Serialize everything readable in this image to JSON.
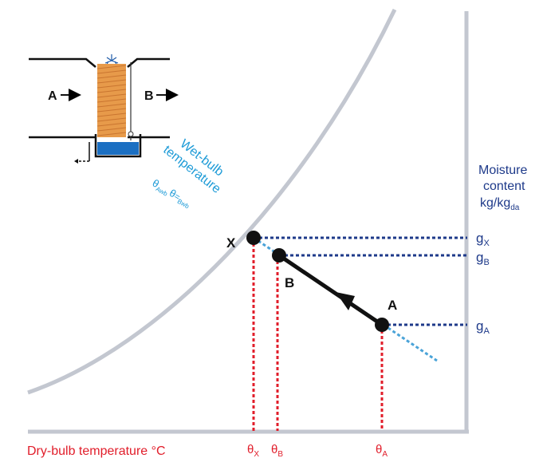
{
  "colors": {
    "axis": "#c3c7d0",
    "curve": "#c3c7d0",
    "point": "#111111",
    "process_line": "#111111",
    "guide_blue": "#1e3a8a",
    "guide_red": "#e11d2a",
    "wetbulb_dashed": "#4aa3d8",
    "wetbulb_text": "#1e9bd7",
    "ylabel_text": "#1e3a8a",
    "xlabel_text": "#e11d2a",
    "pad_orange": "#e79a4a",
    "water_blue": "#1b6fc2"
  },
  "axes": {
    "x_label": "Dry-bulb temperature °C",
    "y_label": {
      "line1": "Moisture",
      "line2": "content",
      "line3_main": "kg/kg",
      "line3_sub": "da"
    }
  },
  "curve_label": {
    "line1": "Wet-bulb",
    "line2": "temperature",
    "formula_theta1": "θ",
    "formula_sub1": "Awb",
    "formula_theta2": "θ",
    "formula_eq": "=",
    "formula_sub2": "Bwb"
  },
  "points": [
    {
      "id": "X",
      "label": "X"
    },
    {
      "id": "B",
      "label": "B"
    },
    {
      "id": "A",
      "label": "A"
    }
  ],
  "y_ticks": [
    {
      "main": "g",
      "sub": "X"
    },
    {
      "main": "g",
      "sub": "B"
    },
    {
      "main": "g",
      "sub": "A"
    }
  ],
  "x_ticks": [
    {
      "main": "θ",
      "sub": "X"
    },
    {
      "main": "θ",
      "sub": "B"
    },
    {
      "main": "θ",
      "sub": "A"
    }
  ],
  "inset": {
    "inlet_label": "A",
    "outlet_label": "B"
  }
}
